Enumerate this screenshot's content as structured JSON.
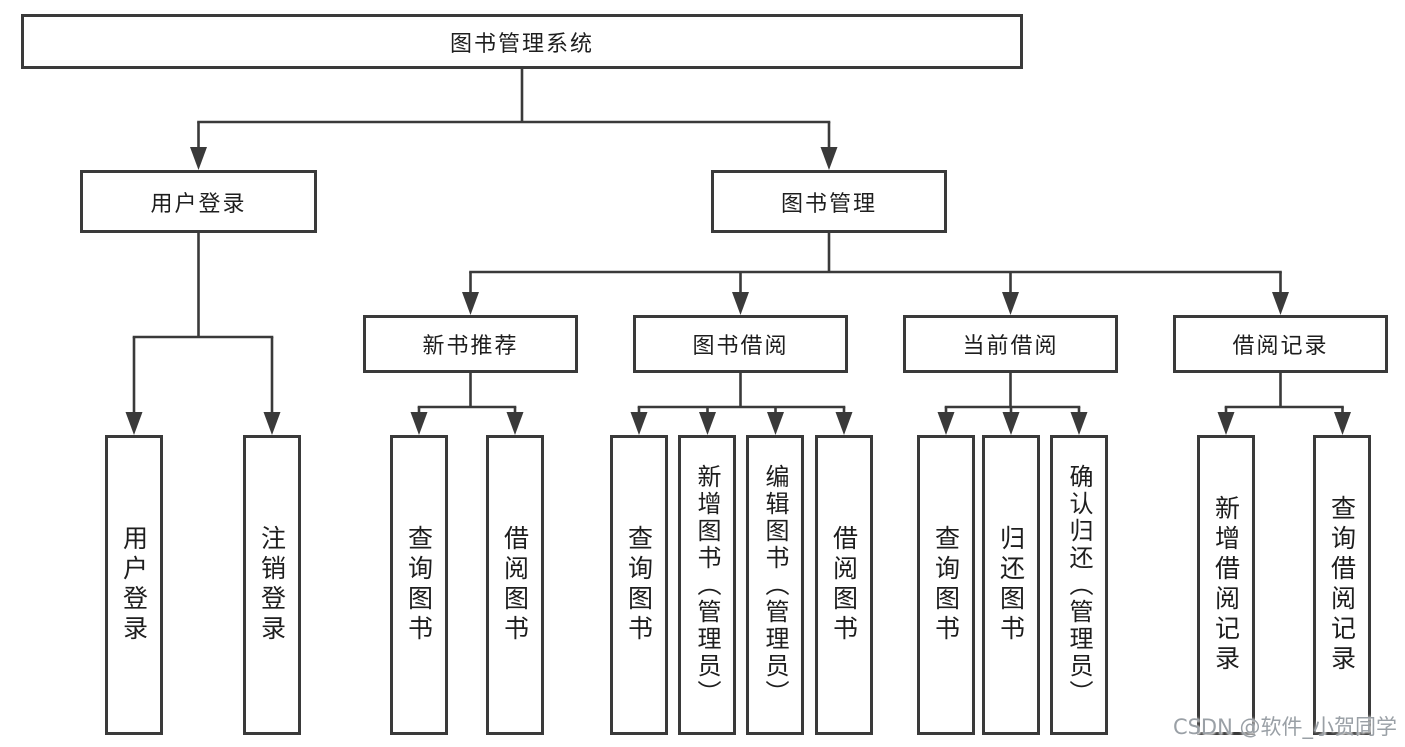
{
  "tree": {
    "root": {
      "label": "图书管理系统",
      "children": [
        {
          "label": "用户登录",
          "children": [
            {
              "label": "用户登录"
            },
            {
              "label": "注销登录"
            }
          ]
        },
        {
          "label": "图书管理",
          "children": [
            {
              "label": "新书推荐",
              "children": [
                {
                  "label": "查询图书"
                },
                {
                  "label": "借阅图书"
                }
              ]
            },
            {
              "label": "图书借阅",
              "children": [
                {
                  "label": "查询图书"
                },
                {
                  "label": "新增图书（管理员）"
                },
                {
                  "label": "编辑图书（管理员）"
                },
                {
                  "label": "借阅图书"
                }
              ]
            },
            {
              "label": "当前借阅",
              "children": [
                {
                  "label": "查询图书"
                },
                {
                  "label": "归还图书"
                },
                {
                  "label": "确认归还（管理员）"
                }
              ]
            },
            {
              "label": "借阅记录",
              "children": [
                {
                  "label": "新增借阅记录"
                },
                {
                  "label": "查询借阅记录"
                }
              ]
            }
          ]
        }
      ]
    }
  },
  "watermark": "CSDN @软件_小贺同学",
  "colors": {
    "line": "#3a3a3a",
    "border": "#3a3a3a",
    "text": "#1e1e1e",
    "watermark": "#9aa0a6",
    "background": "#ffffff"
  }
}
